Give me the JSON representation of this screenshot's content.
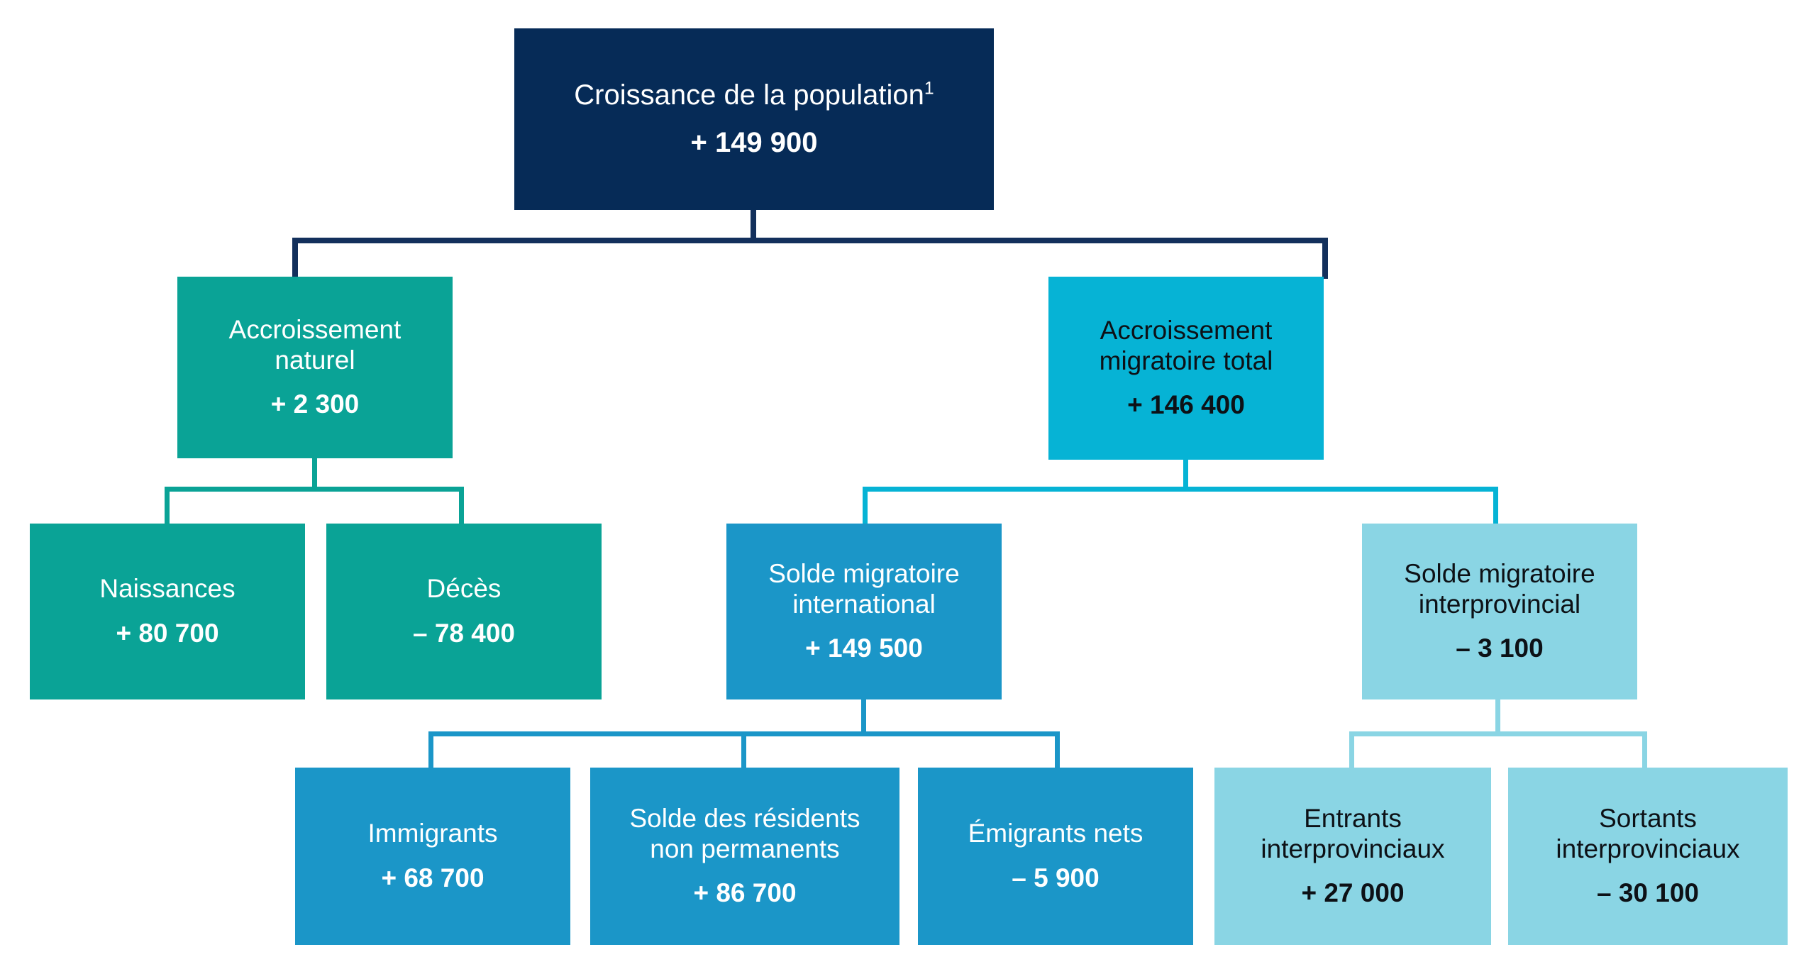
{
  "diagram": {
    "type": "tree",
    "title_note_marker": "1",
    "colors": {
      "root": "#062b57",
      "natural": "#0aa396",
      "migration_total": "#06b3d5",
      "international": "#1b96c8",
      "interprovincial": "#8ad5e4",
      "background": "#ffffff"
    },
    "nodes": {
      "root": {
        "label": "Croissance de la population",
        "note": "1",
        "value": "+ 149 900"
      },
      "natural_growth": {
        "label": "Accroissement\nnaturel",
        "value": "+ 2 300"
      },
      "migratory_growth": {
        "label": "Accroissement\nmigratoire total",
        "value": "+ 146 400"
      },
      "births": {
        "label": "Naissances",
        "value": "+ 80 700"
      },
      "deaths": {
        "label": "Décès",
        "value": "– 78 400"
      },
      "intl_balance": {
        "label": "Solde migratoire\ninternational",
        "value": "+ 149 500"
      },
      "interprov_balance": {
        "label": "Solde migratoire\ninterprovincial",
        "value": "– 3 100"
      },
      "immigrants": {
        "label": "Immigrants",
        "value": "+ 68 700"
      },
      "non_permanent_residents": {
        "label": "Solde des résidents\nnon permanents",
        "value": "+ 86 700"
      },
      "net_emigrants": {
        "label": "Émigrants nets",
        "value": "– 5 900"
      },
      "interprov_in": {
        "label": "Entrants\ninterprovinciaux",
        "value": "+ 27 000"
      },
      "interprov_out": {
        "label": "Sortants\ninterprovinciaux",
        "value": "– 30 100"
      }
    }
  }
}
